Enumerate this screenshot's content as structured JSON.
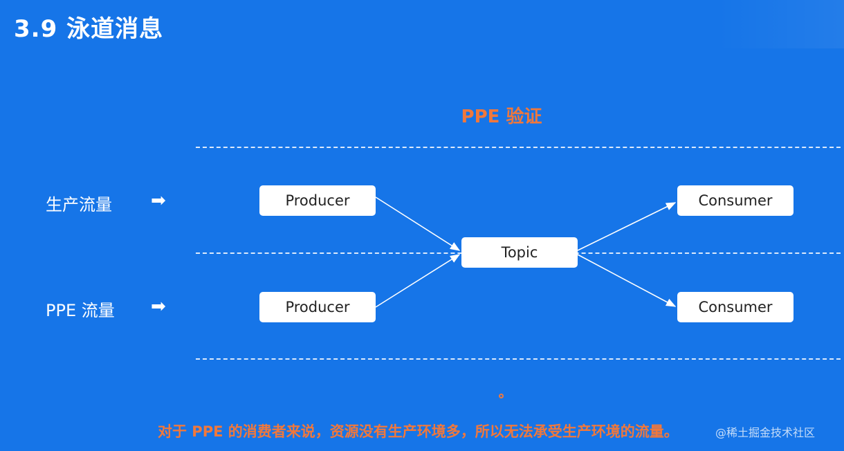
{
  "slide": {
    "title": "3.9 泳道消息"
  },
  "diagram": {
    "section_title": "PPE 验证",
    "rows": [
      {
        "label": "生产流量",
        "arrow": "➡"
      },
      {
        "label": "PPE 流量",
        "arrow": "➡"
      }
    ],
    "nodes": {
      "producer_top": "Producer",
      "producer_bottom": "Producer",
      "topic": "Topic",
      "consumer_top": "Consumer",
      "consumer_bottom": "Consumer"
    },
    "footnote": "对于 PPE 的消费者来说，资源没有生产环境多，所以无法承受生产环境的流量。"
  },
  "watermark": "@稀土掘金技术社区",
  "colors": {
    "background": "#1675E8",
    "accent": "#F0783C",
    "node_fill": "#FFFFFF"
  }
}
